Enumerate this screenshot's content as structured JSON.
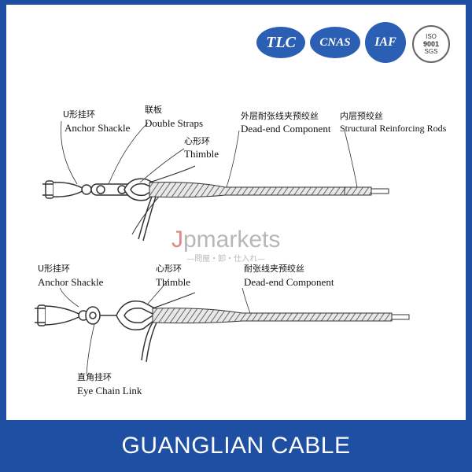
{
  "certs": {
    "tlc": "TLC",
    "cnas": "CNAS",
    "iaf": "IAF",
    "iso_top": "ISO",
    "iso_num": "9001",
    "iso_bottom": "SGS"
  },
  "top_assembly": {
    "anchor_shackle_zh": "U形挂环",
    "anchor_shackle_en": "Anchor Shackle",
    "double_straps_zh": "联板",
    "double_straps_en": "Double Straps",
    "thimble_zh": "心形环",
    "thimble_en": "Thimble",
    "dead_end_zh": "外层耐张线夹预绞丝",
    "dead_end_en": "Dead-end Component",
    "reinforcing_zh": "内层预绞丝",
    "reinforcing_en": "Structural Reinforcing Rods"
  },
  "bottom_assembly": {
    "anchor_shackle_zh": "U形挂环",
    "anchor_shackle_en": "Anchor Shackle",
    "thimble_zh": "心形环",
    "thimble_en": "Thimble",
    "dead_end_zh": "耐张线夹预绞丝",
    "dead_end_en": "Dead-end Component",
    "eye_link_zh": "直角挂环",
    "eye_link_en": "Eye Chain Link"
  },
  "watermark": {
    "logo_j": "J",
    "logo_rest": "pmarkets",
    "sub": "—問屋・卸・仕入れ—"
  },
  "footer": {
    "title": "GUANGLIAN CABLE"
  },
  "colors": {
    "frame": "#1f4fa3",
    "cert_blue": "#2b5fb4",
    "line": "#333333"
  }
}
